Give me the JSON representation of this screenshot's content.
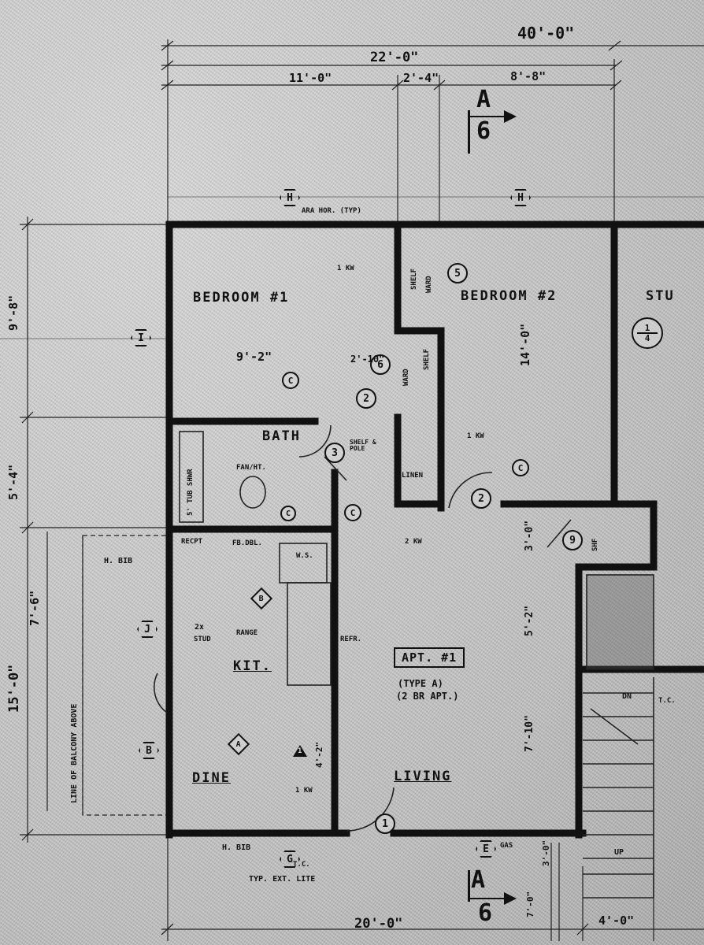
{
  "dimensions": {
    "overall_top": "40'-0\"",
    "top_left_span": "22'-0\"",
    "bedroom1_width": "11'-0\"",
    "closet_width": "2'-4\"",
    "bedroom2_width": "8'-8\"",
    "bedroom1_depth": "9'-8\"",
    "bath_depth": "5'-4\"",
    "kitchen_depth": "15'-0\"",
    "balcony_depth": "7'-6\"",
    "bedroom1_inner": "9'-2\"",
    "door_offset": "2'-10\"",
    "bedroom2_depth": "14'-0\"",
    "hall_depth": "3'-0\"",
    "living_upper": "5'-2\"",
    "living_lower": "7'-10\"",
    "kitchen_counter": "4'-2\"",
    "bottom_overall": "20'-0\"",
    "bottom_stair": "4'-0\"",
    "bottom_small_a": "3'-0\"",
    "bottom_small_b": "7'-0\""
  },
  "rooms": {
    "bedroom1": "BEDROOM #1",
    "bedroom2": "BEDROOM #2",
    "study": "STU",
    "bath": "BATH",
    "kitchen": "KIT.",
    "dine": "DINE",
    "living": "LIVING",
    "apartment": "APT. #1",
    "apartment_type": "(TYPE A)",
    "apartment_desc": "(2 BR APT.)"
  },
  "notes": {
    "ara_hor": "ARA HOR. (TYP)",
    "kw_1": "1 KW",
    "kw_1b": "1 KW",
    "kw_2": "2 KW",
    "kw_1c": "1 KW",
    "ward_a": "WARD",
    "ward_b": "WARD",
    "shelf_a": "SHELF",
    "shelf_b": "SHELF",
    "linen": "LINEN",
    "tub": "5' TUB SHWR",
    "fan": "FAN/HT.",
    "shelf_pole": "SHELF & POLE",
    "recpt": "RECPT",
    "fbdbl": "FB.DBL.",
    "ws": "W.S.",
    "h_bib": "H. BIB",
    "h_bib_bottom": "H. BIB",
    "stud_2x": "2x",
    "stud_lbl": "STUD",
    "balcony": "LINE OF BALCONY ABOVE",
    "range": "RANGE",
    "refr": "REFR.",
    "typ_ext_lite": "TYP. EXT. LITE",
    "tc": "T.C.",
    "tc2": "T.C.",
    "gas": "GAS",
    "shf": "SHF",
    "dn": "DN",
    "up": "UP"
  },
  "section_marks": {
    "top_letter": "A",
    "top_sheet": "6",
    "bottom_letter": "A",
    "bottom_sheet": "6",
    "detail_num": "1",
    "detail_sheet": "4"
  },
  "tags": {
    "h1": "H",
    "h2": "H",
    "i": "I",
    "j": "J",
    "b": "B",
    "g": "G",
    "e": "E",
    "door5": "5",
    "door6": "6",
    "door2a": "2",
    "door2b": "2",
    "door3": "3",
    "door9": "9",
    "door1": "1",
    "c1": "C",
    "c2": "C",
    "c3": "C",
    "c4": "C",
    "d_a": "A",
    "d_b": "B",
    "t1": "1"
  },
  "colors": {
    "wall": "#111111",
    "paper": "#c9c9c9"
  }
}
